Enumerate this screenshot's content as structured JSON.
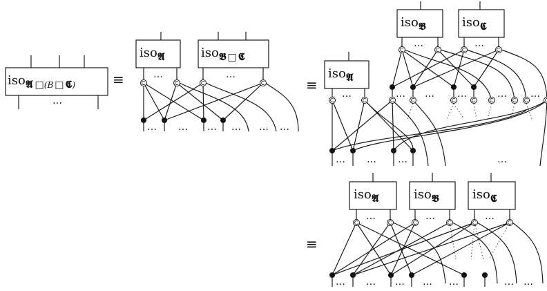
{
  "equivalence_symbol": "≡",
  "ellipsis": "…",
  "iso_label": "iso",
  "left_box": {
    "sub_a": "𝕬",
    "box1": "□",
    "paren_open": "(",
    "sub_b": "B",
    "box2": "□",
    "sub_c": "𝕮",
    "paren_close": ")"
  },
  "step1_boxes": {
    "first": {
      "sub": "𝕬"
    },
    "second": {
      "sub_b": "𝕭",
      "box": "□",
      "sub_c": "𝕮"
    }
  },
  "step2_boxes": [
    {
      "sub": "𝕬"
    },
    {
      "sub": "𝕭"
    },
    {
      "sub": "𝕮"
    }
  ],
  "step3_boxes": [
    {
      "sub": "𝕬"
    },
    {
      "sub": "𝕭"
    },
    {
      "sub": "𝕮"
    }
  ]
}
